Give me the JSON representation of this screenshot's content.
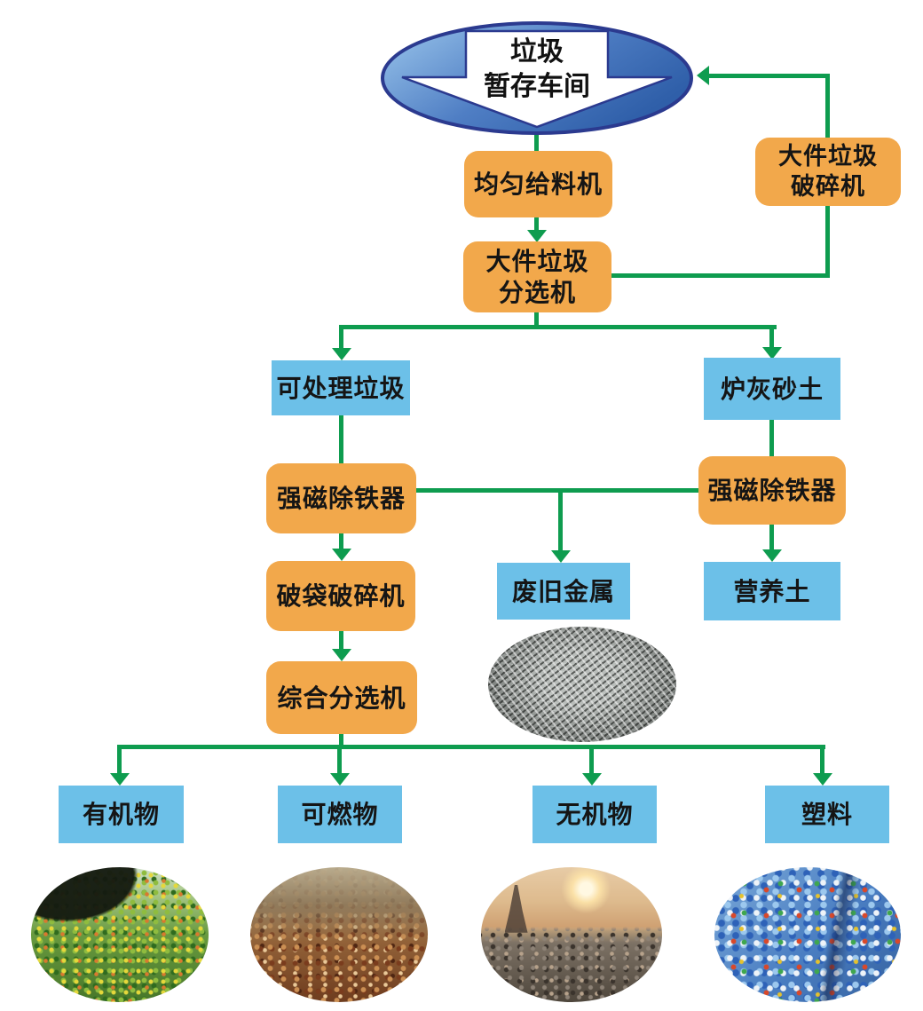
{
  "flowchart": {
    "storage": "垃圾\n暂存车间",
    "feeder": "均匀给料机",
    "bulky_crusher": "大件垃圾\n破碎机",
    "bulky_sorter": "大件垃圾\n分选机",
    "processable_waste": "可处理垃圾",
    "furnace_ash": "炉灰砂土",
    "magnet_left": "强磁除铁器",
    "magnet_right": "强磁除铁器",
    "bag_crusher": "破袋破碎机",
    "scrap_metal": "废旧金属",
    "nutrient_soil": "营养土",
    "comprehensive_sorter": "综合分选机",
    "organic": "有机物",
    "combustible": "可燃物",
    "inorganic": "无机物",
    "plastic": "塑料"
  },
  "photos": {
    "scrap_metal_photo": "shredded-scrap-metal-wires",
    "organic_photo": "green-food-waste-pile-with-excavator-bucket",
    "combustible_photo": "dry-brown-fallen-leaves",
    "inorganic_photo": "landfill-at-sunset-with-transmission-tower",
    "plastic_photo": "crushed-colorful-plastic-bottles"
  },
  "colors": {
    "process_box": "#F2A84B",
    "output_box": "#6CC0E8",
    "connector": "#0E9C4F",
    "ellipse_border": "#2B3A8F",
    "ellipse_fill_light": "#9CC7EC",
    "ellipse_fill_dark": "#2F5FA9",
    "text": "#151515"
  }
}
